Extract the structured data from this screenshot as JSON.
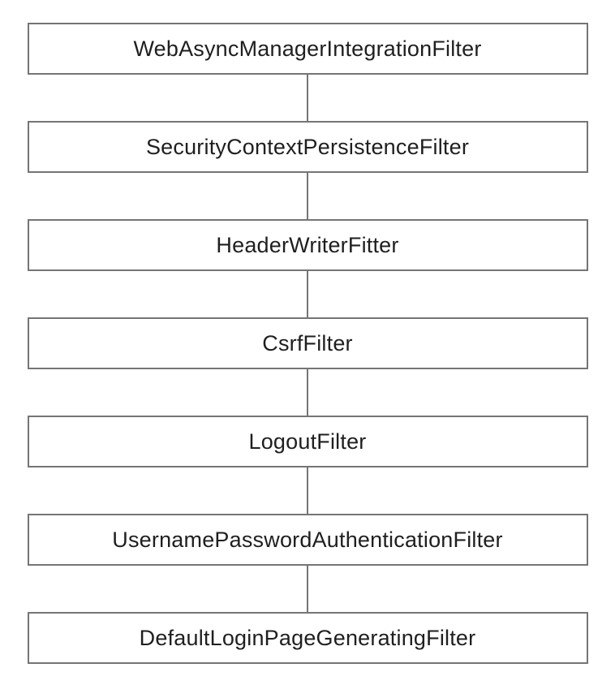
{
  "diagram": {
    "nodes": [
      {
        "label": "WebAsyncManagerIntegrationFilter"
      },
      {
        "label": "SecurityContextPersistenceFilter"
      },
      {
        "label": "HeaderWriterFitter"
      },
      {
        "label": "CsrfFilter"
      },
      {
        "label": "LogoutFilter"
      },
      {
        "label": "UsernamePasswordAuthenticationFilter"
      },
      {
        "label": "DefaultLoginPageGeneratingFilter"
      }
    ],
    "colors": {
      "background": "#ffffff",
      "border": "#757575",
      "connector": "#757575",
      "text": "#1f1f1f"
    }
  }
}
